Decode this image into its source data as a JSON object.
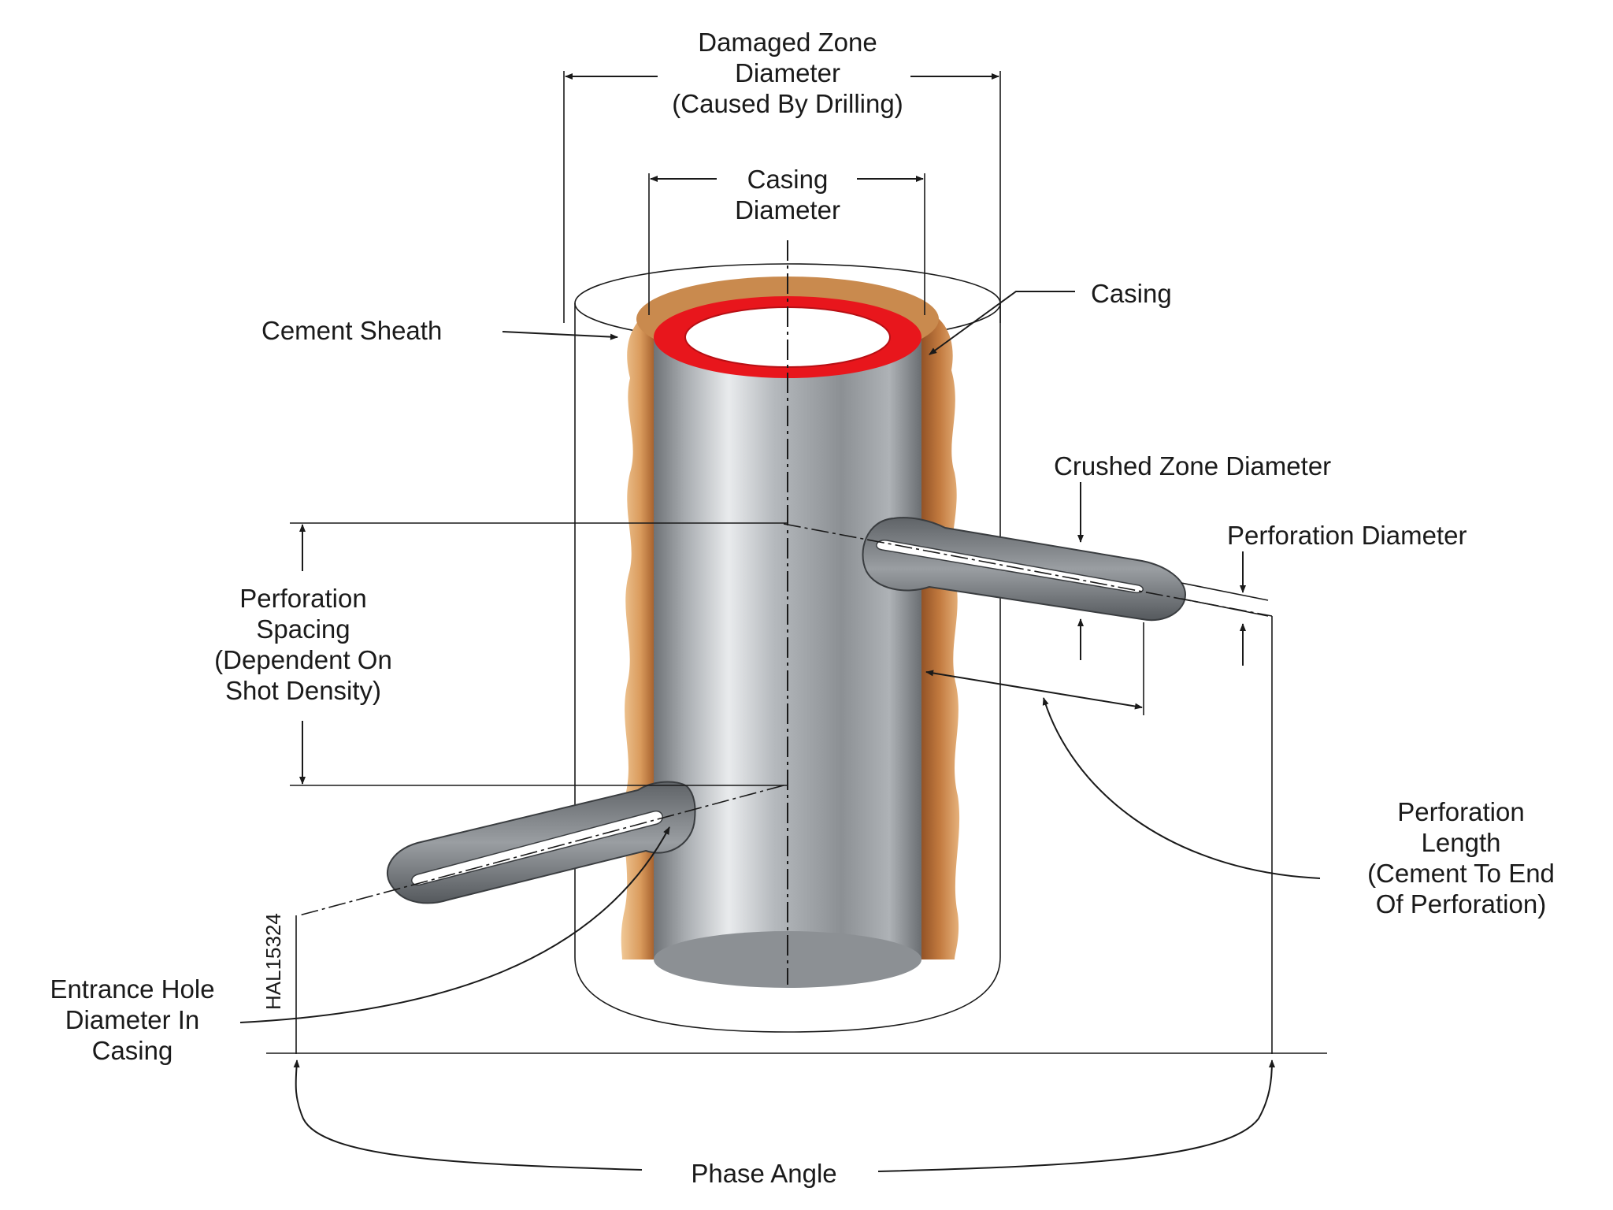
{
  "labels": {
    "damaged_zone": "Damaged Zone\nDiameter\n(Caused By Drilling)",
    "casing_diameter": "Casing\nDiameter",
    "casing": "Casing",
    "cement_sheath": "Cement Sheath",
    "crushed_zone": "Crushed Zone Diameter",
    "perforation_diameter": "Perforation Diameter",
    "perforation_spacing": "Perforation\nSpacing\n(Dependent On\nShot Density)",
    "perforation_length": "Perforation\nLength\n(Cement To End\nOf Perforation)",
    "entrance_hole": "Entrance Hole\nDiameter In\nCasing",
    "phase_angle": "Phase Angle",
    "figure_code": "HAL15324"
  },
  "colors": {
    "casing_ring": "#e8161c",
    "cement": "#c98a4e",
    "steel": "#8f9398",
    "tunnel": "#7d8185"
  }
}
